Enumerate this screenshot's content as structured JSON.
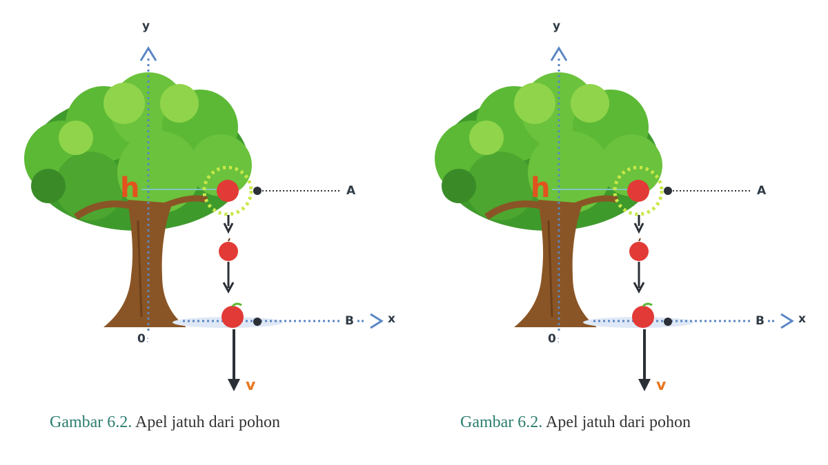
{
  "figures": [
    {
      "labels": {
        "y_axis": "y",
        "x_axis": "x",
        "origin": "0",
        "height": "h",
        "point_a": "A",
        "point_b": "B",
        "velocity": "v"
      },
      "caption": {
        "number": "Gambar 6.2.",
        "text": "Apel jatuh dari pohon"
      }
    },
    {
      "labels": {
        "y_axis": "y",
        "x_axis": "x",
        "origin": "0",
        "height": "h",
        "point_a": "A",
        "point_b": "B",
        "velocity": "v"
      },
      "caption": {
        "number": "Gambar 6.2.",
        "text": "Apel jatuh dari pohon"
      }
    }
  ],
  "colors": {
    "foliage_dark": "#3f9a2c",
    "foliage_mid": "#5cb935",
    "foliage_light": "#8fd44a",
    "trunk": "#8a5526",
    "apple": "#e23a36",
    "axis_dots": "#5a86c4",
    "arrow": "#2b2f36",
    "height_label": "#e2521e",
    "velocity_label": "#e8761f",
    "caption_number": "#2c7d70"
  },
  "icons": [
    "apple-icon",
    "tree-icon",
    "arrow-down-icon"
  ]
}
